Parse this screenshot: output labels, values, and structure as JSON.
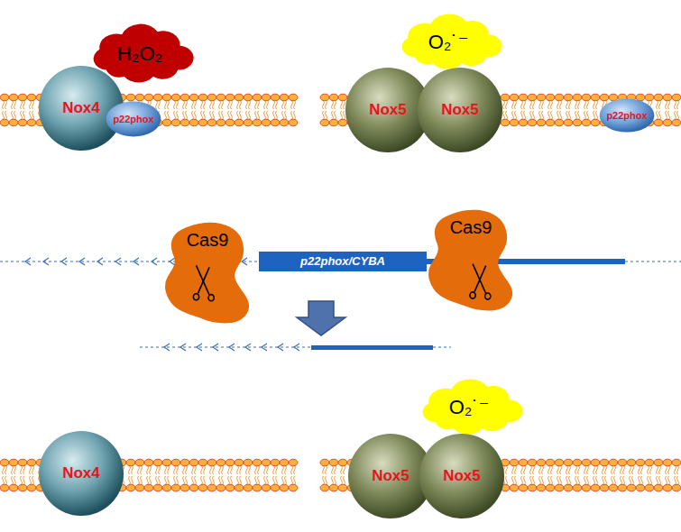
{
  "diagram": {
    "nodes": [
      {
        "text": [
          "H₂O₂"
        ]
      },
      {
        "text": [
          "O₂˙⁻"
        ]
      },
      {
        "text": [
          "Nox4"
        ]
      },
      {
        "text": [
          "p22phox"
        ]
      },
      {
        "text": [
          "Nox5"
        ]
      },
      {
        "text": [
          "Nox5"
        ]
      },
      {
        "text": [
          "p22phox"
        ]
      },
      {
        "text": [
          "Cas9"
        ]
      },
      {
        "text": [
          "p22phox/CYBA"
        ]
      },
      {
        "text": [
          "Cas9"
        ]
      },
      {
        "text": [
          "O₂˙⁻"
        ]
      },
      {
        "text": [
          "Nox4"
        ]
      },
      {
        "text": [
          "Nox5"
        ]
      },
      {
        "text": [
          "Nox5"
        ]
      }
    ]
  }
}
